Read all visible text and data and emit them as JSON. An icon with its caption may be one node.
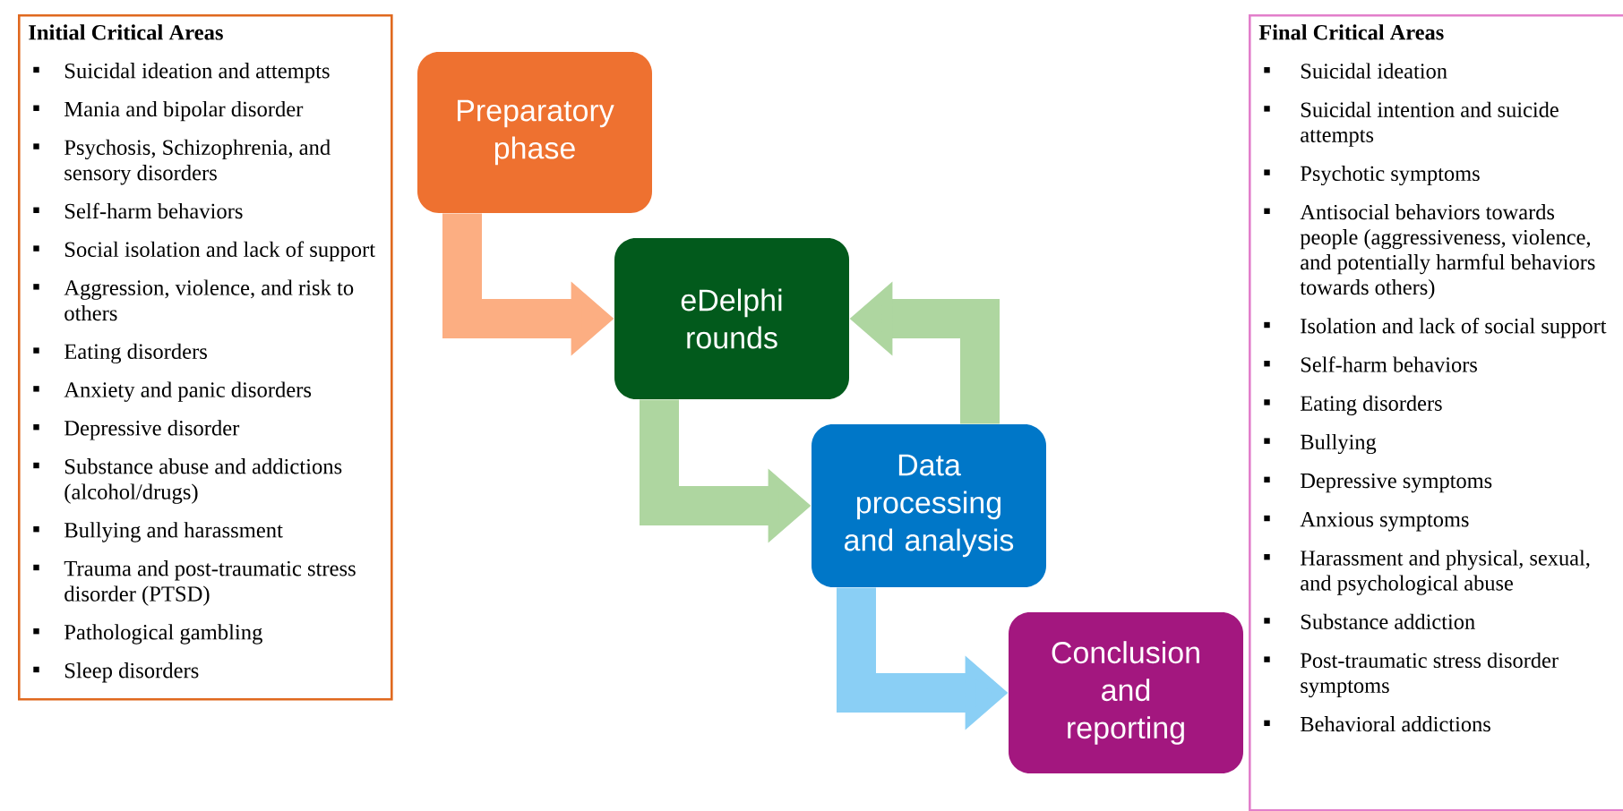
{
  "diagram": {
    "nodes": [
      {
        "text": [
          "Initial Critical Areas",
          "Suicidal ideation and attempts",
          "Mania and bipolar disorder",
          "Psychosis, Schizophrenia, and sensory disorders",
          "Self-harm behaviors",
          "Social isolation and lack of support",
          "Aggression, violence, and risk to others",
          "Eating disorders",
          "Anxiety and panic disorders",
          "Depressive disorder",
          "Substance abuse and addictions (alcohol/drugs)",
          "Bullying and harassment",
          "Trauma and post-traumatic stress disorder (PTSD)",
          "Pathological gambling",
          "Sleep disorders"
        ]
      },
      {
        "text": [
          "Preparatory phase"
        ]
      },
      {
        "text": [
          "eDelphi rounds"
        ]
      },
      {
        "text": [
          "Data processing and analysis"
        ]
      },
      {
        "text": [
          "Conclusion and reporting"
        ]
      },
      {
        "text": [
          "Final Critical Areas",
          "Suicidal ideation",
          "Suicidal intention and suicide attempts",
          "Psychotic symptoms",
          "Antisocial behaviors towards people (aggressiveness, violence, and potentially harmful behaviors towards others)",
          "Isolation and lack of social support",
          "Self-harm behaviors",
          "Eating disorders",
          "Bullying",
          "Depressive symptoms",
          "Anxious symptoms",
          "Harassment and physical, sexual, and psychological abuse",
          "Substance addiction",
          "Post-traumatic stress disorder symptoms",
          "Behavioral addictions"
        ]
      }
    ],
    "edges": [
      {
        "from": 1,
        "to": 2,
        "arrow": "to",
        "color": "#fcae82"
      },
      {
        "from": 2,
        "to": 3,
        "arrow": "to"
      },
      {
        "from": 3,
        "to": 2,
        "arrow": "to"
      },
      {
        "from": 3,
        "to": 4,
        "arrow": "to",
        "color": "#8acff5"
      }
    ]
  }
}
